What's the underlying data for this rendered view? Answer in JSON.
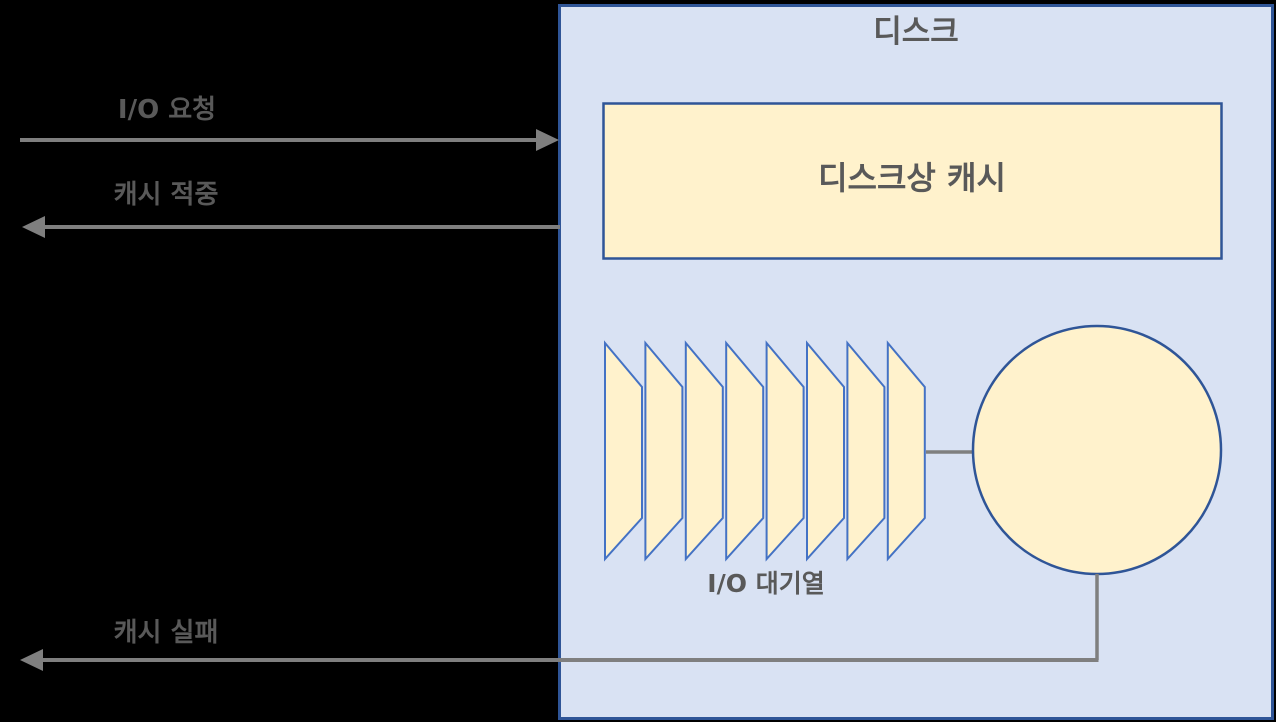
{
  "diagram": {
    "title": "디스크",
    "cache_box_label": "디스크상 캐시",
    "queue_label": "I/O 대기열",
    "arrows": {
      "io_request": "I/O 요청",
      "cache_hit": "캐시 적중",
      "cache_miss": "캐시 실패"
    },
    "queue_card_count": 8
  },
  "colors": {
    "background": "#000000",
    "disk_box_fill": "#D9E2F3",
    "disk_box_border": "#2F5597",
    "cache_fill": "#FFF2CC",
    "cache_border": "#2F5597",
    "queue_card_fill": "#FFF2CC",
    "queue_card_border": "#4472C4",
    "platter_fill": "#FFF2CC",
    "platter_border": "#2F5597",
    "arrow_color": "#7F7F7F",
    "text_color": "#595959"
  }
}
